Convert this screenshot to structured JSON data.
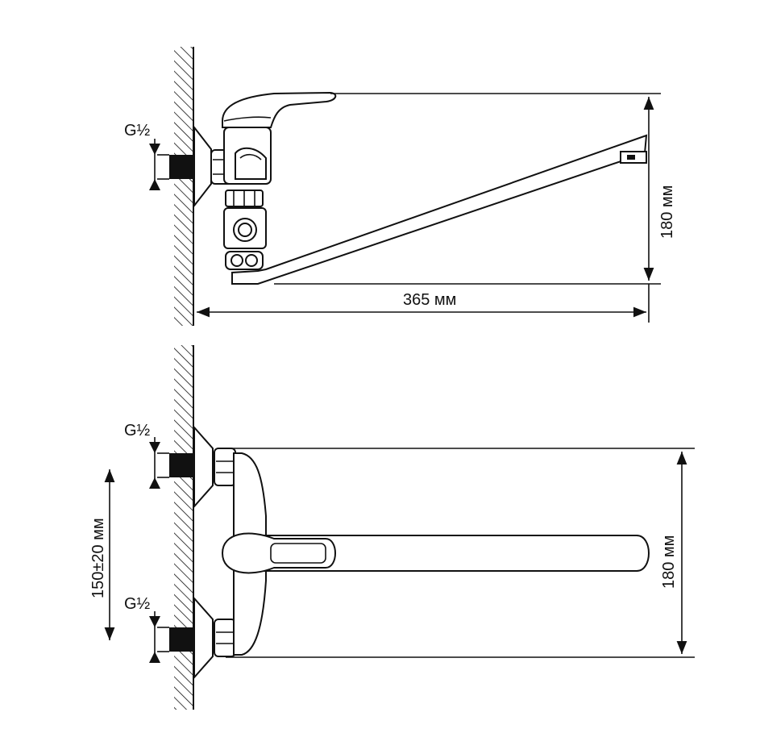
{
  "top_view": {
    "thread_label": "G½",
    "length_label": "365 мм",
    "height_label": "180 мм"
  },
  "bottom_view": {
    "thread_label_upper": "G½",
    "thread_label_lower": "G½",
    "spacing_label": "150±20 мм",
    "height_label": "180 мм"
  },
  "colors": {
    "line": "#111111",
    "background": "#ffffff"
  }
}
